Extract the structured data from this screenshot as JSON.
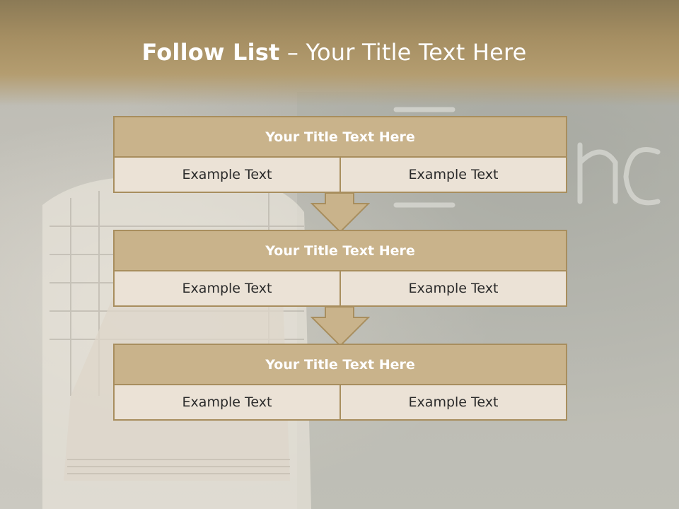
{
  "slide": {
    "title_bold": "Follow List",
    "title_rest": " – Your Title Text Here"
  },
  "steps": [
    {
      "title": "Your Title Text Here",
      "left": "Example Text",
      "right": "Example Text"
    },
    {
      "title": "Your Title Text Here",
      "left": "Example Text",
      "right": "Example Text"
    },
    {
      "title": "Your Title Text Here",
      "left": "Example Text",
      "right": "Example Text"
    }
  ],
  "colors": {
    "header": "#a58e62",
    "block_head": "#c9b38b",
    "block_body": "#ebe2d6",
    "border": "#a88e5e"
  },
  "icons": [
    "down-arrow-icon"
  ]
}
